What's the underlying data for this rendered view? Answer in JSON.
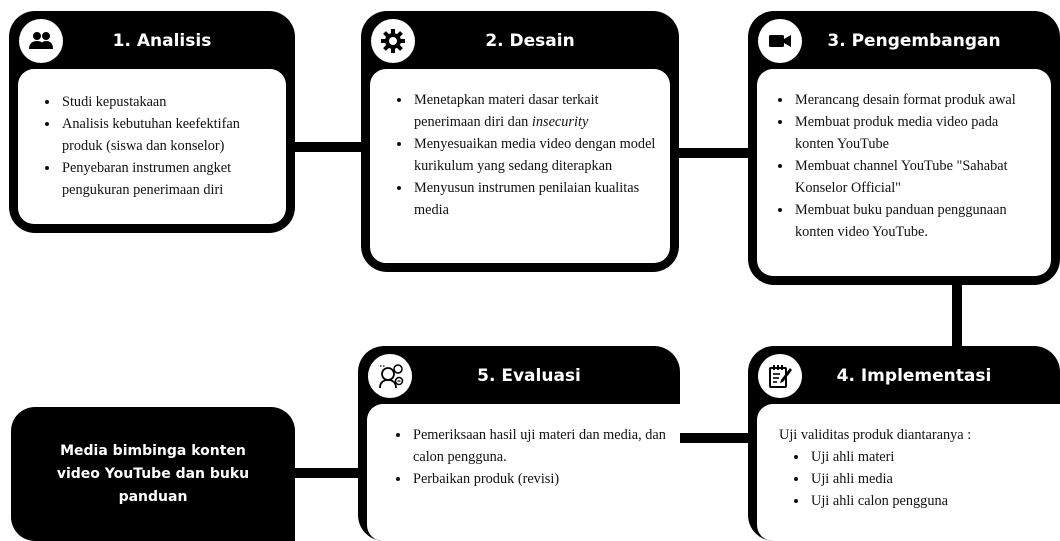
{
  "steps": {
    "analisis": {
      "title": "1. Analisis",
      "icon": "people-icon",
      "items": [
        "Studi kepustakaan",
        "Analisis kebutuhan keefektifan produk (siswa dan konselor)",
        "Penyebaran instrumen angket pengukuran penerimaan diri"
      ]
    },
    "desain": {
      "title": "2. Desain",
      "icon": "gear-icon",
      "item1_a": "Menetapkan materi dasar terkait penerimaan diri dan ",
      "item1_em": "insecurity",
      "item2": "Menyesuaikan media video dengan model kurikulum yang sedang diterapkan",
      "item3": "Menyusun instrumen penilaian kualitas media"
    },
    "pengembangan": {
      "title": "3. Pengembangan",
      "icon": "video-camera-icon",
      "items": [
        "Merancang desain format produk awal",
        "Membuat produk media video pada konten YouTube",
        "Membuat channel YouTube \"Sahabat Konselor Official\"",
        "Membuat buku panduan penggunaan konten video YouTube."
      ]
    },
    "implementasi": {
      "title": "4. Implementasi",
      "icon": "notepad-pen-icon",
      "intro": "Uji validitas produk diantaranya :",
      "items": [
        "Uji ahli materi",
        "Uji ahli media",
        "Uji ahli calon pengguna"
      ]
    },
    "evaluasi": {
      "title": "5. Evaluasi",
      "icon": "evaluation-person-icon",
      "items": [
        "Pemeriksaan hasil uji materi dan media, dan calon pengguna.",
        "Perbaikan produk (revisi)"
      ]
    }
  },
  "output": {
    "text": "Media bimbinga konten video YouTube dan buku panduan"
  }
}
